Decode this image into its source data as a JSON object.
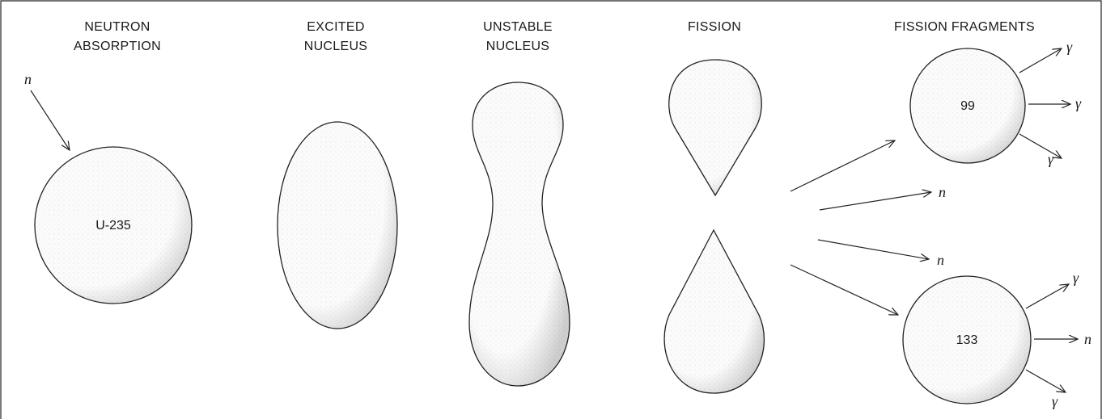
{
  "stages": {
    "neutron_absorption": [
      "NEUTRON",
      "ABSORPTION"
    ],
    "excited_nucleus": [
      "EXCITED",
      "NUCLEUS"
    ],
    "unstable_nucleus": [
      "UNSTABLE",
      "NUCLEUS"
    ],
    "fission": [
      "FISSION"
    ],
    "fission_fragments": [
      "FISSION FRAGMENTS"
    ]
  },
  "labels": {
    "incoming_neutron": "n",
    "uranium": "U-235",
    "fragment_top": "99",
    "fragment_bottom": "133",
    "neutron_emitted_1": "n",
    "neutron_emitted_2": "n",
    "neutron_emitted_3": "n",
    "gamma_1": "γ",
    "gamma_2": "γ",
    "gamma_3": "γ",
    "gamma_4": "γ",
    "gamma_5": "γ"
  },
  "colors": {
    "ink": "#222222",
    "background": "#ffffff"
  }
}
